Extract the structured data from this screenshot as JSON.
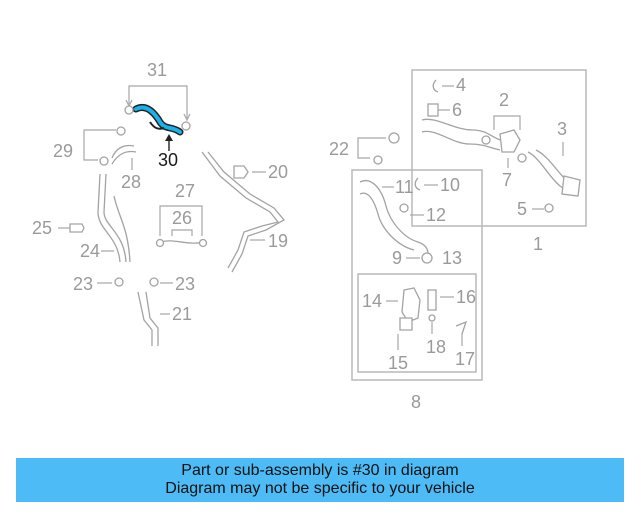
{
  "highlight_part": "30",
  "highlight_color": "#1ab0e8",
  "banner": {
    "line1": "Part or sub-assembly is #30 in diagram",
    "line2": "Diagram may not be specific to your vehicle",
    "color": "#4dbbf5"
  },
  "callouts": {
    "c1": "1",
    "c2": "2",
    "c3": "3",
    "c4": "4",
    "c5": "5",
    "c6": "6",
    "c7": "7",
    "c8": "8",
    "c9": "9",
    "c10": "10",
    "c11": "11",
    "c12": "12",
    "c13": "13",
    "c14": "14",
    "c15": "15",
    "c16": "16",
    "c17": "17",
    "c18": "18",
    "c19": "19",
    "c20": "20",
    "c21": "21",
    "c22": "22",
    "c23a": "23",
    "c23b": "23",
    "c24": "24",
    "c25": "25",
    "c26": "26",
    "c27": "27",
    "c28": "28",
    "c29": "29",
    "c30": "30",
    "c31": "31"
  }
}
